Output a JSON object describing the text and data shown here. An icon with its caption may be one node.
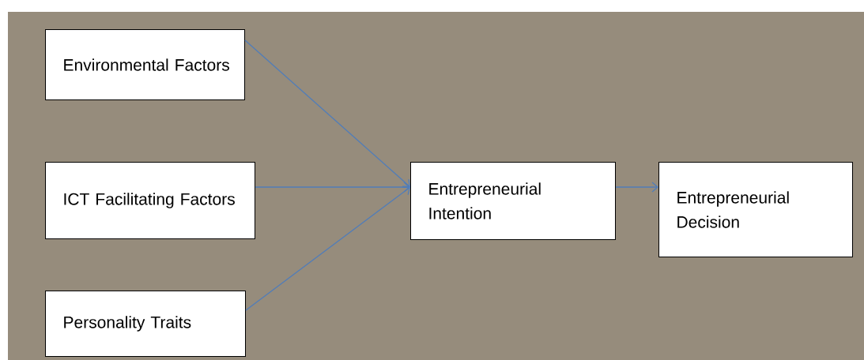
{
  "diagram": {
    "nodes": [
      {
        "text": [
          "Environmental Factors"
        ]
      },
      {
        "text": [
          "ICT Facilitating Factors"
        ]
      },
      {
        "text": [
          "Personality Traits"
        ]
      },
      {
        "text": [
          "Entrepreneurial Intention"
        ]
      },
      {
        "text": [
          "Entrepreneurial Decision"
        ]
      }
    ],
    "edges": [
      {
        "from": 0,
        "to": 3,
        "arrow": "to"
      },
      {
        "from": 1,
        "to": 3,
        "arrow": "to"
      },
      {
        "from": 2,
        "to": 3,
        "arrow": "to"
      },
      {
        "from": 3,
        "to": 4,
        "arrow": "to"
      }
    ]
  }
}
